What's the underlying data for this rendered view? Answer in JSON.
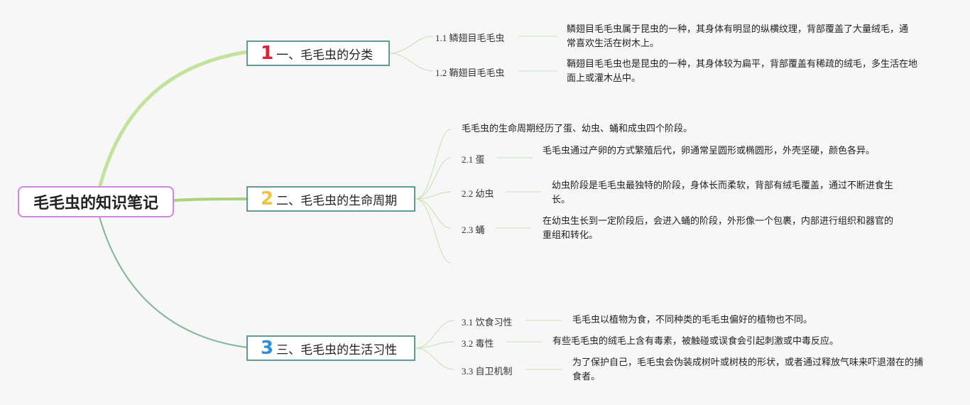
{
  "root": {
    "label": "毛毛虫的知识笔记"
  },
  "colors": {
    "root_border": "#d286e0",
    "topic_border": "#5f9c94",
    "num1": "#e0213c",
    "num2": "#f2c33c",
    "num3": "#2f8fd8"
  },
  "topics": [
    {
      "number": "1",
      "label": "一、毛毛虫的分类",
      "subs": [
        {
          "label": "1.1 鳞翅目毛毛虫",
          "desc": "鳞翅目毛毛虫属于昆虫的一种，其身体有明显的纵横纹理，背部覆盖了大量绒毛，通常喜欢生活在树木上。"
        },
        {
          "label": "1.2 鞘翅目毛毛虫",
          "desc": "鞘翅目毛毛虫也是昆虫的一种，其身体较为扁平，背部覆盖有稀疏的绒毛，多生活在地面上或灌木丛中。"
        }
      ]
    },
    {
      "number": "2",
      "label": "二、毛毛虫的生命周期",
      "intro": "毛毛虫的生命周期经历了蛋、幼虫、蛹和成虫四个阶段。",
      "subs": [
        {
          "label": "2.1 蛋",
          "desc": "毛毛虫通过产卵的方式繁殖后代，卵通常呈圆形或椭圆形，外壳坚硬，颜色各异。"
        },
        {
          "label": "2.2 幼虫",
          "desc": "幼虫阶段是毛毛虫最独特的阶段，身体长而柔软，背部有绒毛覆盖，通过不断进食生长。"
        },
        {
          "label": "2.3 蛹",
          "desc": "在幼虫生长到一定阶段后，会进入蛹的阶段，外形像一个包裹，内部进行组织和器官的重组和转化。"
        }
      ]
    },
    {
      "number": "3",
      "label": "三、毛毛虫的生活习性",
      "subs": [
        {
          "label": "3.1 饮食习性",
          "desc": "毛毛虫以植物为食，不同种类的毛毛虫偏好的植物也不同。"
        },
        {
          "label": "3.2 毒性",
          "desc": "有些毛毛虫的绒毛上含有毒素，被触碰或误食会引起刺激或中毒反应。"
        },
        {
          "label": "3.3 自卫机制",
          "desc": "为了保护自己，毛毛虫会伪装成树叶或树枝的形状，或者通过释放气味来吓退潜在的捕食者。"
        }
      ]
    }
  ]
}
